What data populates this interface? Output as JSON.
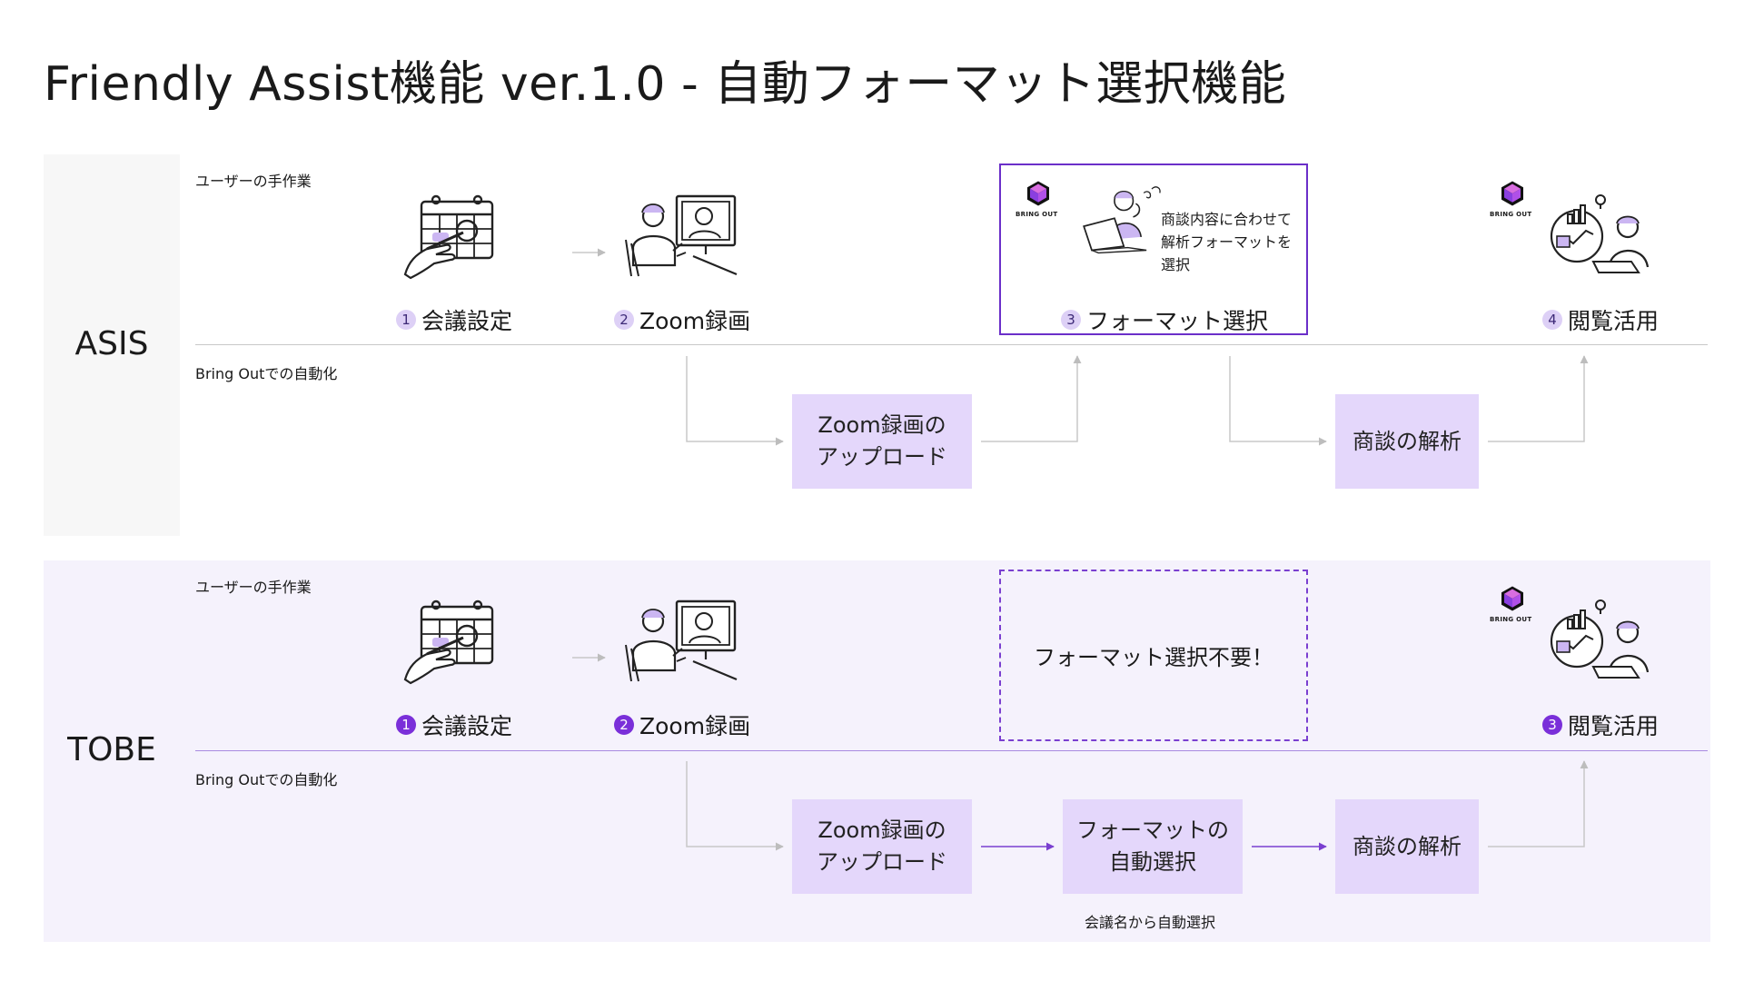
{
  "title": "Friendly Assist機能 ver.1.0 - 自動フォーマット選択機能",
  "colors": {
    "accent": "#6b2fc9",
    "box_fill": "#e4d7fb",
    "asis_band": "#f7f7f7",
    "tobe_band": "#f5f2fc",
    "line_gray": "#c8c8c8",
    "line_purple": "#8a5ad8"
  },
  "logo": {
    "text": "BRING OUT"
  },
  "asis": {
    "label": "ASIS",
    "lane_user": "ユーザーの手作業",
    "lane_auto": "Bring Outでの自動化",
    "steps": [
      {
        "num": "1",
        "label": "会議設定",
        "icon": "calendar-icon"
      },
      {
        "num": "2",
        "label": "Zoom録画",
        "icon": "video-call-icon"
      },
      {
        "num": "3",
        "label": "フォーマット選択",
        "icon": "laptop-thinking-icon"
      },
      {
        "num": "4",
        "label": "閲覧活用",
        "icon": "analytics-icon"
      }
    ],
    "callout": "商談内容に合わせて\n解析フォーマットを\n選択",
    "boxes": [
      {
        "label": "Zoom録画の\nアップロード"
      },
      {
        "label": "商談の解析"
      }
    ]
  },
  "tobe": {
    "label": "TOBE",
    "lane_user": "ユーザーの手作業",
    "lane_auto": "Bring Outでの自動化",
    "steps": [
      {
        "num": "1",
        "label": "会議設定",
        "icon": "calendar-icon"
      },
      {
        "num": "2",
        "label": "Zoom録画",
        "icon": "video-call-icon"
      },
      {
        "num": "3",
        "label": "閲覧活用",
        "icon": "analytics-icon"
      }
    ],
    "no_select": "フォーマット選択不要！",
    "boxes": [
      {
        "label": "Zoom録画の\nアップロード"
      },
      {
        "label": "フォーマットの\n自動選択"
      },
      {
        "label": "商談の解析"
      }
    ],
    "note": "会議名から自動選択"
  }
}
